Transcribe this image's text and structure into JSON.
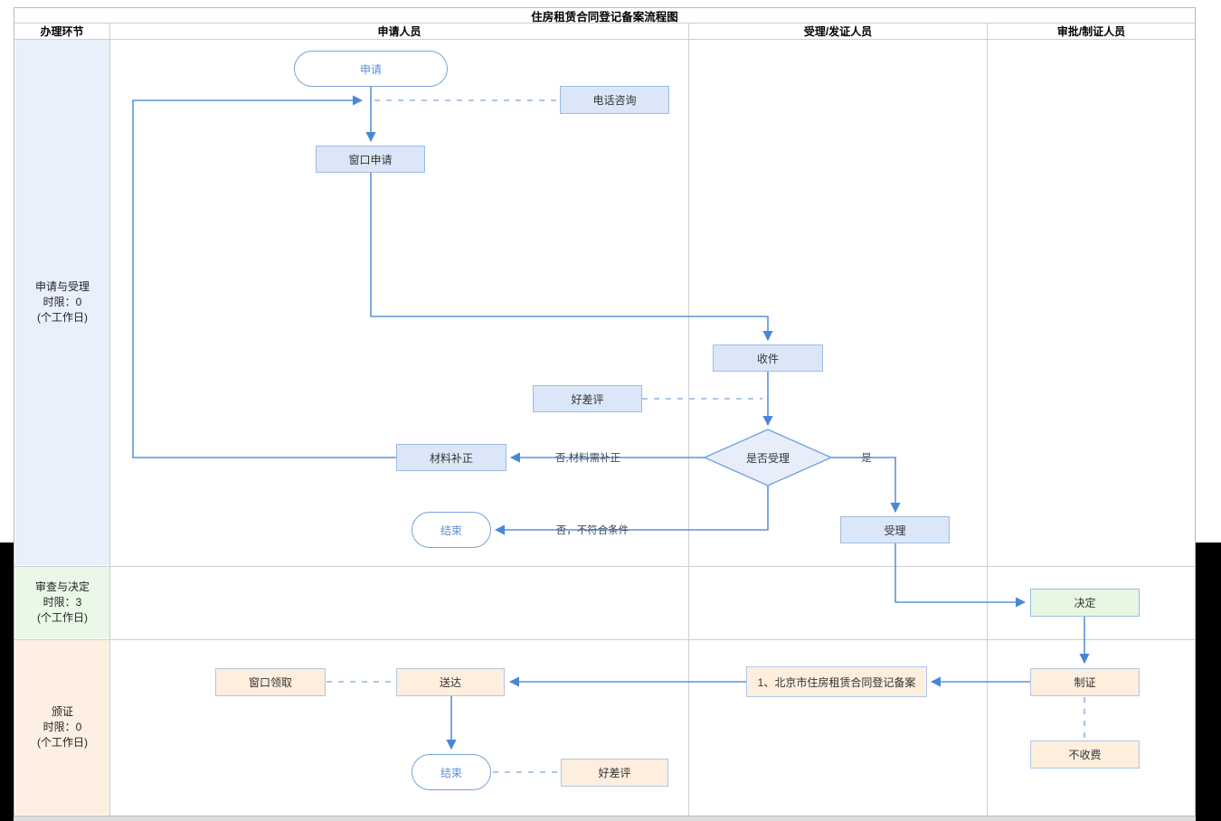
{
  "title": "住房租赁合同登记备案流程图",
  "columns": [
    "办理环节",
    "申请人员",
    "受理/发证人员",
    "审批/制证人员"
  ],
  "lanes": [
    {
      "title": "申请与受理",
      "limit": "时限：0",
      "unit": "(个工作日)",
      "color": "#e9effb"
    },
    {
      "title": "审查与决定",
      "limit": "时限：3",
      "unit": "(个工作日)",
      "color": "#eaf8e7"
    },
    {
      "title": "颁证",
      "limit": "时限：0",
      "unit": "(个工作日)",
      "color": "#fdf0e3"
    }
  ],
  "nodes": {
    "start": "申请",
    "phone_consult": "电话咨询",
    "window_apply": "窗口申请",
    "receive": "收件",
    "review_top": "好差评",
    "decision": "是否受理",
    "material_fix": "材料补正",
    "end_reject": "结束",
    "accept": "受理",
    "decide": "决定",
    "make_cert": "制证",
    "registration": "1、北京市住房租赁合同登记备案",
    "deliver": "送达",
    "window_pickup": "窗口领取",
    "end_final": "结束",
    "review_bottom": "好差评",
    "no_fee": "不收费"
  },
  "edge_labels": {
    "need_fix": "否,材料需补正",
    "not_qualified": "否，不符合条件",
    "yes": "是"
  },
  "colors": {
    "line_blue": "#5b93d9",
    "dash_blue": "#8fb3e3",
    "node_blue_fill": "#dbe7f8",
    "node_green_fill": "#e7f7e1",
    "node_orange_fill": "#fdeedd",
    "node_border": "#9dbbe4",
    "terminal_border": "#74a3dc",
    "terminal_text": "#5b8fd4"
  }
}
